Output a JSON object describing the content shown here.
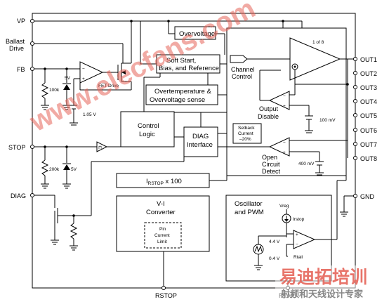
{
  "pins_left": [
    "VP",
    "Ballast",
    "Drive",
    "FB",
    "STOP",
    "DIAG"
  ],
  "pins_right": [
    "OUT1",
    "OUT2",
    "OUT3",
    "OUT4",
    "OUT5",
    "OUT6",
    "OUT7",
    "OUT8",
    "GND"
  ],
  "pins_bottom": [
    "RSTOP",
    "RTAIL"
  ],
  "blocks": {
    "overvoltage": "Overvoltage",
    "soft_start_1": "Soft Start,",
    "soft_start_2": "Bias, and Reference",
    "ot_ov_1": "Overtemperature &",
    "ot_ov_2": "Overvoltage sense",
    "control_1": "Control",
    "control_2": "Logic",
    "diag_1": "DIAG",
    "diag_2": "Interface",
    "istop_main": "I",
    "istop_sub": "RSTOP",
    "istop_suffix": " x 100",
    "vi_1": "V-I",
    "vi_2": "Converter",
    "pcl_1": "Pin",
    "pcl_2": "Current",
    "pcl_3": "Limit",
    "osc_1": "Oscillator",
    "osc_2": "and PWM"
  },
  "labels": {
    "fet_drive": "FET Drive",
    "one_of_8": "1 of 8",
    "channel_1": "Channel",
    "channel_2": "Control",
    "output_disable_1": "Output",
    "output_disable_2": "Disable",
    "mv100": "100 mV",
    "setback_1": "Setback",
    "setback_2": "Current",
    "setback_3": "–20%",
    "open_circuit_1": "Open",
    "open_circuit_2": "Circuit",
    "open_circuit_3": "Detect",
    "mv400": "400 mV",
    "r100k": "100k",
    "r200k": "200k",
    "v5a": "5V",
    "v5b": "5V",
    "v105": "1.05 V",
    "vreg": "Vreg",
    "irstop": "Irstop",
    "v44": "4.4 V",
    "v04": "0.4 V",
    "rtail": "Rtail"
  },
  "watermarks": {
    "site": "www.elecfans.com",
    "cn_top": "易迪拓培训",
    "cn_bottom": "射频和天线设计专家"
  },
  "colors": {
    "watermark_red": "#e5655a",
    "watermark_grey": "#7a7a7a"
  }
}
